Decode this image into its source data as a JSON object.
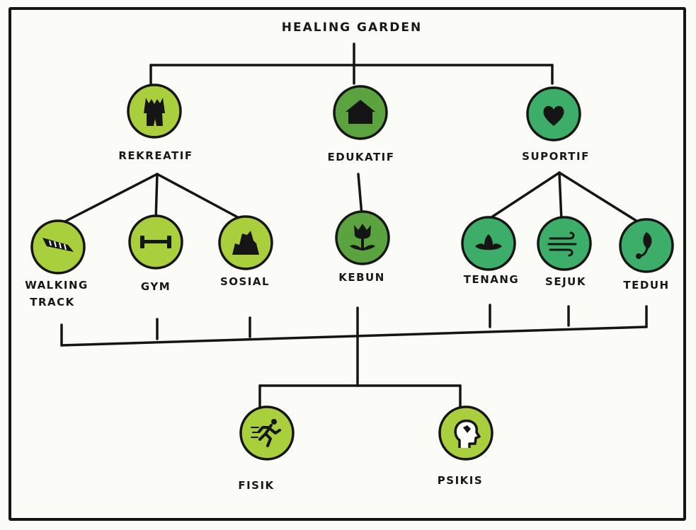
{
  "title": "HEALING GARDEN",
  "colors": {
    "ink": "#151515",
    "lime": "#a9cf3c",
    "green": "#5aa33f",
    "mint": "#3cae69"
  },
  "categories": [
    {
      "label": "REKREATIF",
      "icon": "people-icon",
      "color": "lime"
    },
    {
      "label": "EDUKATIF",
      "icon": "house-icon",
      "color": "green"
    },
    {
      "label": "SUPORTIF",
      "icon": "heart-icon",
      "color": "mint"
    }
  ],
  "items": [
    {
      "label": "WALKING",
      "label2": "TRACK",
      "icon": "walking-track-icon",
      "parent": "REKREATIF"
    },
    {
      "label": "GYM",
      "icon": "dumbbell-icon",
      "parent": "REKREATIF"
    },
    {
      "label": "SOSIAL",
      "icon": "group-icon",
      "parent": "REKREATIF"
    },
    {
      "label": "KEBUN",
      "icon": "tulip-icon",
      "parent": "EDUKATIF"
    },
    {
      "label": "TENANG",
      "icon": "lotus-icon",
      "parent": "SUPORTIF"
    },
    {
      "label": "SEJUK",
      "icon": "wind-icon",
      "parent": "SUPORTIF"
    },
    {
      "label": "TEDUH",
      "icon": "leaf-icon",
      "parent": "SUPORTIF"
    }
  ],
  "outcomes": [
    {
      "label": "FISIK",
      "icon": "runner-icon"
    },
    {
      "label": "PSIKIS",
      "icon": "mind-head-icon"
    }
  ]
}
